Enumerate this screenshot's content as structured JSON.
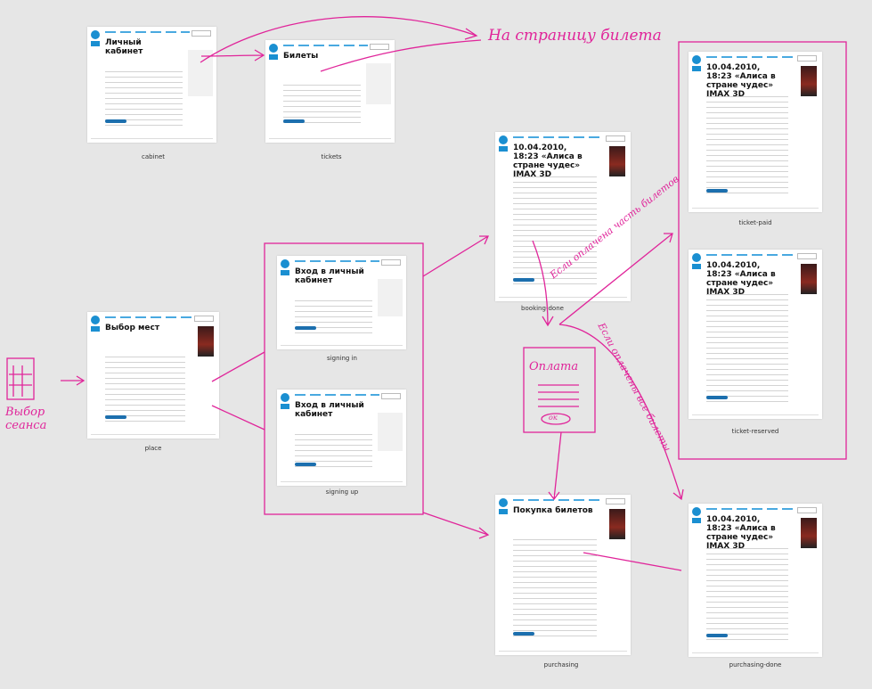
{
  "screens": [
    {
      "id": "cabinet",
      "label": "cabinet",
      "title": "Личный кабинет"
    },
    {
      "id": "tickets",
      "label": "tickets",
      "title": "Билеты"
    },
    {
      "id": "booking-done",
      "label": "booking-done",
      "title": "10.04.2010, 18:23 «Алиса в стране чудес» IMAX 3D"
    },
    {
      "id": "ticket-paid",
      "label": "ticket-paid",
      "title": "10.04.2010, 18:23 «Алиса в стране чудес» IMAX 3D"
    },
    {
      "id": "ticket-reserved",
      "label": "ticket-reserved",
      "title": "10.04.2010, 18:23 «Алиса в стране чудес» IMAX 3D"
    },
    {
      "id": "place",
      "label": "place",
      "title": "Выбор мест"
    },
    {
      "id": "signing-in",
      "label": "signing in",
      "title": "Вход в личный кабинет"
    },
    {
      "id": "signing-up",
      "label": "signing up",
      "title": "Вход в личный кабинет"
    },
    {
      "id": "purchasing",
      "label": "purchasing",
      "title": "Покупка билетов"
    },
    {
      "id": "purchasing-done",
      "label": "purchasing-done",
      "title": "10.04.2010, 18:23 «Алиса в стране чудес» IMAX 3D"
    }
  ],
  "annotations": {
    "to_ticket_page": "На страницу билета",
    "session_choice": "Выбор сеанса",
    "payment": "Оплата",
    "ok": "ок",
    "if_partly_paid": "Если оплачена часть билетов",
    "if_all_paid": "Если оплачены все билеты"
  },
  "colors": {
    "annotation": "#e0259a",
    "accent": "#1a8fd1",
    "background": "#e6e6e6"
  }
}
